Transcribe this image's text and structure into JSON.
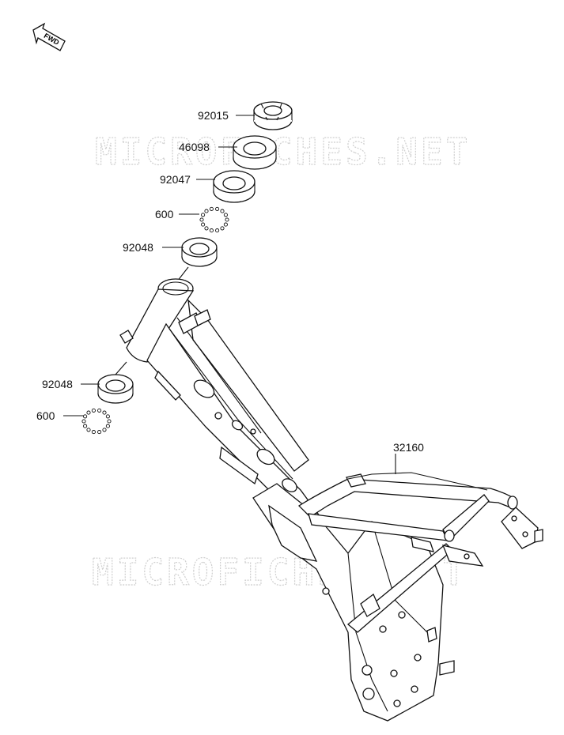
{
  "watermark": "MICROFICHES.NET",
  "fwd_label": "FWD",
  "parts": [
    {
      "id": "p92015",
      "number": "92015"
    },
    {
      "id": "p46098",
      "number": "46098"
    },
    {
      "id": "p92047",
      "number": "92047"
    },
    {
      "id": "p600a",
      "number": "600"
    },
    {
      "id": "p92048a",
      "number": "92048"
    },
    {
      "id": "p92048b",
      "number": "92048"
    },
    {
      "id": "p600b",
      "number": "600"
    },
    {
      "id": "p32160",
      "number": "32160"
    }
  ]
}
